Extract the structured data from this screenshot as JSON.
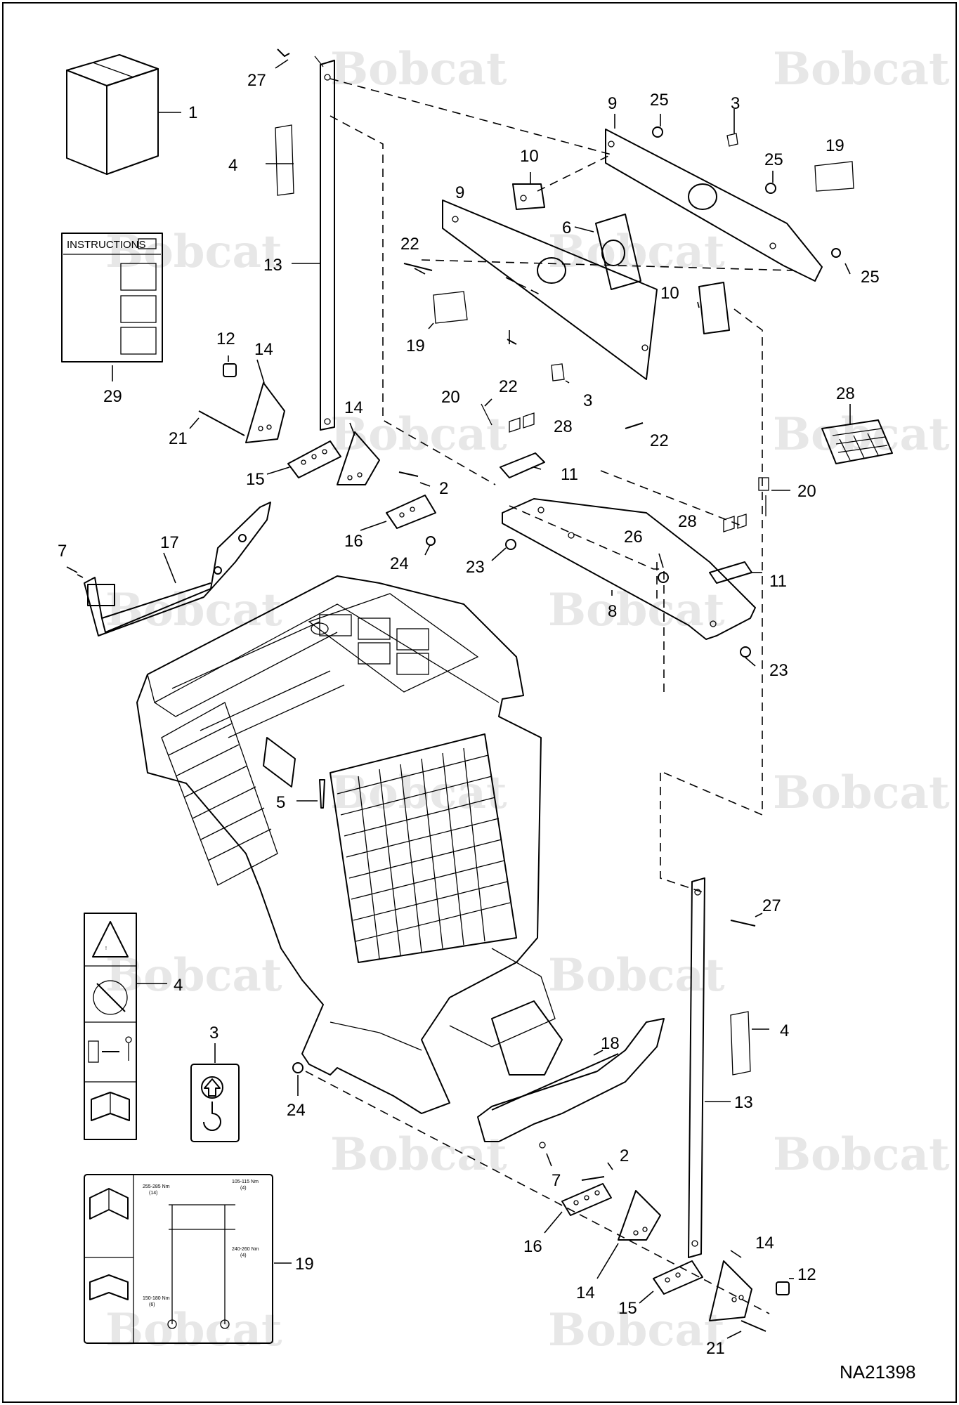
{
  "figure_id": "NA21398",
  "watermark": "Bobcat",
  "decals": {
    "instructions_title": "INSTRUCTIONS",
    "torque_values": [
      "255-285 Nm",
      "(14)",
      "105-115 Nm",
      "(4)",
      "240-260 Nm",
      "(4)",
      "150-180 Nm",
      "(6)"
    ]
  },
  "callouts": [
    {
      "id": "c1",
      "label": "1"
    },
    {
      "id": "c29",
      "label": "29"
    },
    {
      "id": "c27a",
      "label": "27"
    },
    {
      "id": "c4a",
      "label": "4"
    },
    {
      "id": "c13a",
      "label": "13"
    },
    {
      "id": "c12a",
      "label": "12"
    },
    {
      "id": "c14a",
      "label": "14"
    },
    {
      "id": "c14b",
      "label": "14"
    },
    {
      "id": "c21a",
      "label": "21"
    },
    {
      "id": "c15a",
      "label": "15"
    },
    {
      "id": "c2a",
      "label": "2"
    },
    {
      "id": "c16a",
      "label": "16"
    },
    {
      "id": "c24a",
      "label": "24"
    },
    {
      "id": "c17",
      "label": "17"
    },
    {
      "id": "c7a",
      "label": "7"
    },
    {
      "id": "c9a",
      "label": "9"
    },
    {
      "id": "c25a",
      "label": "25"
    },
    {
      "id": "c3a",
      "label": "3"
    },
    {
      "id": "c25b",
      "label": "25"
    },
    {
      "id": "c19a",
      "label": "19"
    },
    {
      "id": "c10a",
      "label": "10"
    },
    {
      "id": "c9b",
      "label": "9"
    },
    {
      "id": "c22a",
      "label": "22"
    },
    {
      "id": "c6",
      "label": "6"
    },
    {
      "id": "c25c",
      "label": "25"
    },
    {
      "id": "c10b",
      "label": "10"
    },
    {
      "id": "c19b",
      "label": "19"
    },
    {
      "id": "c22b",
      "label": "22"
    },
    {
      "id": "c3b",
      "label": "3"
    },
    {
      "id": "c20a",
      "label": "20"
    },
    {
      "id": "c28a",
      "label": "28"
    },
    {
      "id": "c22c",
      "label": "22"
    },
    {
      "id": "c11a",
      "label": "11"
    },
    {
      "id": "c28b",
      "label": "28"
    },
    {
      "id": "c20b",
      "label": "20"
    },
    {
      "id": "c26",
      "label": "26"
    },
    {
      "id": "c28c",
      "label": "28"
    },
    {
      "id": "c23a",
      "label": "23"
    },
    {
      "id": "c11b",
      "label": "11"
    },
    {
      "id": "c8",
      "label": "8"
    },
    {
      "id": "c23b",
      "label": "23"
    },
    {
      "id": "c5",
      "label": "5"
    },
    {
      "id": "c27b",
      "label": "27"
    },
    {
      "id": "c4b",
      "label": "4"
    },
    {
      "id": "c4c",
      "label": "4"
    },
    {
      "id": "c3c",
      "label": "3"
    },
    {
      "id": "c24b",
      "label": "24"
    },
    {
      "id": "c18",
      "label": "18"
    },
    {
      "id": "c13b",
      "label": "13"
    },
    {
      "id": "c7b",
      "label": "7"
    },
    {
      "id": "c2b",
      "label": "2"
    },
    {
      "id": "c19c",
      "label": "19"
    },
    {
      "id": "c16b",
      "label": "16"
    },
    {
      "id": "c14c",
      "label": "14"
    },
    {
      "id": "c14d",
      "label": "14"
    },
    {
      "id": "c12b",
      "label": "12"
    },
    {
      "id": "c15b",
      "label": "15"
    },
    {
      "id": "c21b",
      "label": "21"
    }
  ]
}
